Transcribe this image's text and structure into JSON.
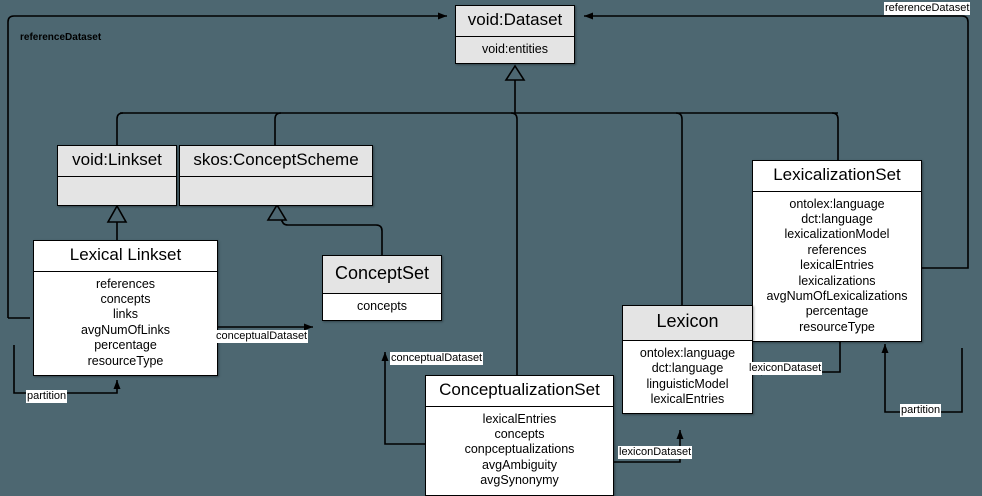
{
  "diagram": {
    "title": "Lexicalization / Conceptualization dataset metadata UML class diagram",
    "background_color": "#4d6771",
    "class_fill_white": "#ffffff",
    "class_fill_grey": "#e4e4e4",
    "line_color": "#000000"
  },
  "classes": [
    {
      "id": "void-dataset",
      "name": "void:Dataset",
      "attributes": [
        "void:entities"
      ],
      "style": "grey"
    },
    {
      "id": "void-linkset",
      "name": "void:Linkset",
      "attributes": [],
      "style": "grey"
    },
    {
      "id": "skos-conceptscheme",
      "name": "skos:ConceptScheme",
      "attributes": [],
      "style": "grey"
    },
    {
      "id": "lexical-linkset",
      "name": "Lexical Linkset",
      "attributes": [
        "references",
        "concepts",
        "links",
        "avgNumOfLinks",
        "percentage",
        "resourceType"
      ],
      "style": "white"
    },
    {
      "id": "conceptset",
      "name": "ConceptSet",
      "attributes": [
        "concepts"
      ],
      "style": "greyhead"
    },
    {
      "id": "lexicalizationset",
      "name": "LexicalizationSet",
      "attributes": [
        "ontolex:language",
        "dct:language",
        "lexicalizationModel",
        "references",
        "lexicalEntries",
        "lexicalizations",
        "avgNumOfLexicalizations",
        "percentage",
        "resourceType"
      ],
      "style": "white"
    },
    {
      "id": "lexicon",
      "name": "Lexicon",
      "attributes": [
        "ontolex:language",
        "dct:language",
        "linguisticModel",
        "lexicalEntries"
      ],
      "style": "greyhead"
    },
    {
      "id": "conceptualizationset",
      "name": "ConceptualizationSet",
      "attributes": [
        "lexicalEntries",
        "concepts",
        "conpceptualizations",
        "avgAmbiguity",
        "avgSynonymy"
      ],
      "style": "white"
    }
  ],
  "edge_labels": {
    "reference_dataset_top_left": "referenceDataset",
    "reference_dataset_top_right": "referenceDataset",
    "partition_left": "partition",
    "partition_right": "partition",
    "conceptual_dataset_from_lexical_linkset": "conceptualDataset",
    "conceptual_dataset_from_conceptualizationset": "conceptualDataset",
    "lexicon_dataset_from_lexicalizationset": "lexiconDataset",
    "lexicon_dataset_from_conceptualizationset": "lexiconDataset"
  },
  "relations": [
    {
      "from": "void-linkset",
      "to": "void-dataset",
      "type": "generalization"
    },
    {
      "from": "skos-conceptscheme",
      "to": "void-dataset",
      "type": "generalization"
    },
    {
      "from": "conceptset",
      "to": "skos-conceptscheme",
      "type": "generalization"
    },
    {
      "from": "lexical-linkset",
      "to": "void-linkset",
      "type": "generalization"
    },
    {
      "from": "lexicalizationset",
      "to": "void-dataset",
      "type": "generalization"
    },
    {
      "from": "lexicon",
      "to": "void-dataset",
      "type": "generalization"
    },
    {
      "from": "conceptualizationset",
      "to": "void-dataset",
      "type": "generalization"
    },
    {
      "from": "lexical-linkset",
      "to": "conceptset",
      "type": "association",
      "label": "conceptualDataset"
    },
    {
      "from": "conceptualizationset",
      "to": "conceptset",
      "type": "association",
      "label": "conceptualDataset"
    },
    {
      "from": "lexicalizationset",
      "to": "lexicon",
      "type": "association",
      "label": "lexiconDataset"
    },
    {
      "from": "conceptualizationset",
      "to": "lexicon",
      "type": "association",
      "label": "lexiconDataset"
    },
    {
      "from": "lexical-linkset",
      "to": "void-dataset",
      "type": "association",
      "label": "referenceDataset"
    },
    {
      "from": "lexicalizationset",
      "to": "void-dataset",
      "type": "association",
      "label": "referenceDataset"
    },
    {
      "from": "void-dataset",
      "to": "lexical-linkset",
      "type": "association",
      "label": "partition"
    },
    {
      "from": "void-dataset",
      "to": "lexicalizationset",
      "type": "association",
      "label": "partition"
    }
  ]
}
